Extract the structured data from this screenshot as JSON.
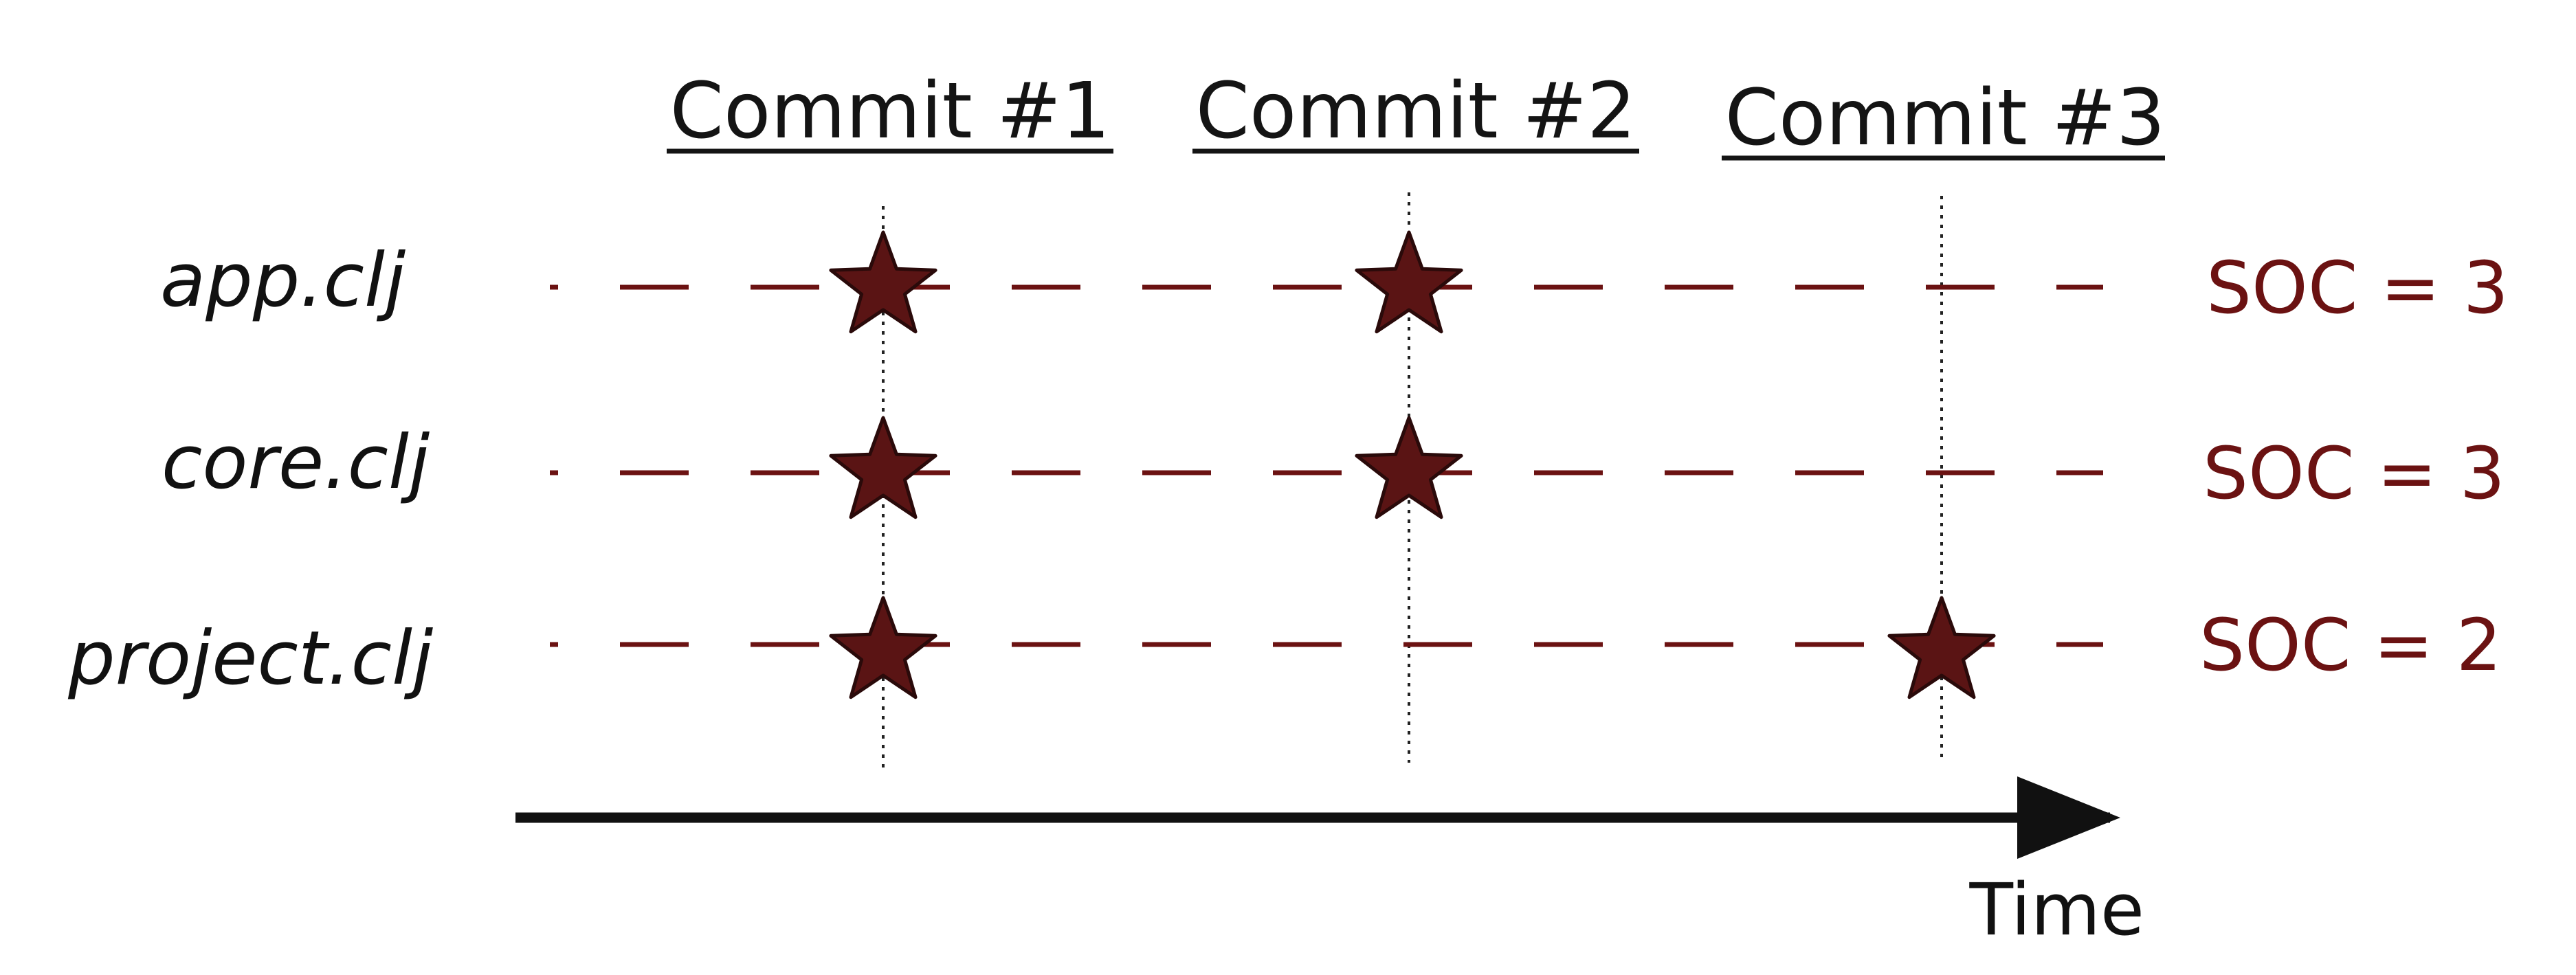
{
  "commits": [
    "Commit #1",
    "Commit #2",
    "Commit #3"
  ],
  "files": [
    {
      "name": "app.clj",
      "changed_in": [
        1,
        2
      ],
      "soc": "SOC = 3"
    },
    {
      "name": "core.clj",
      "changed_in": [
        1,
        2
      ],
      "soc": "SOC = 3"
    },
    {
      "name": "project.clj",
      "changed_in": [
        1,
        3
      ],
      "soc": "SOC = 2"
    }
  ],
  "axis": {
    "label": "Time"
  },
  "colors": {
    "accent": "#6b1212",
    "star": "#5a1414",
    "text": "#111111"
  }
}
